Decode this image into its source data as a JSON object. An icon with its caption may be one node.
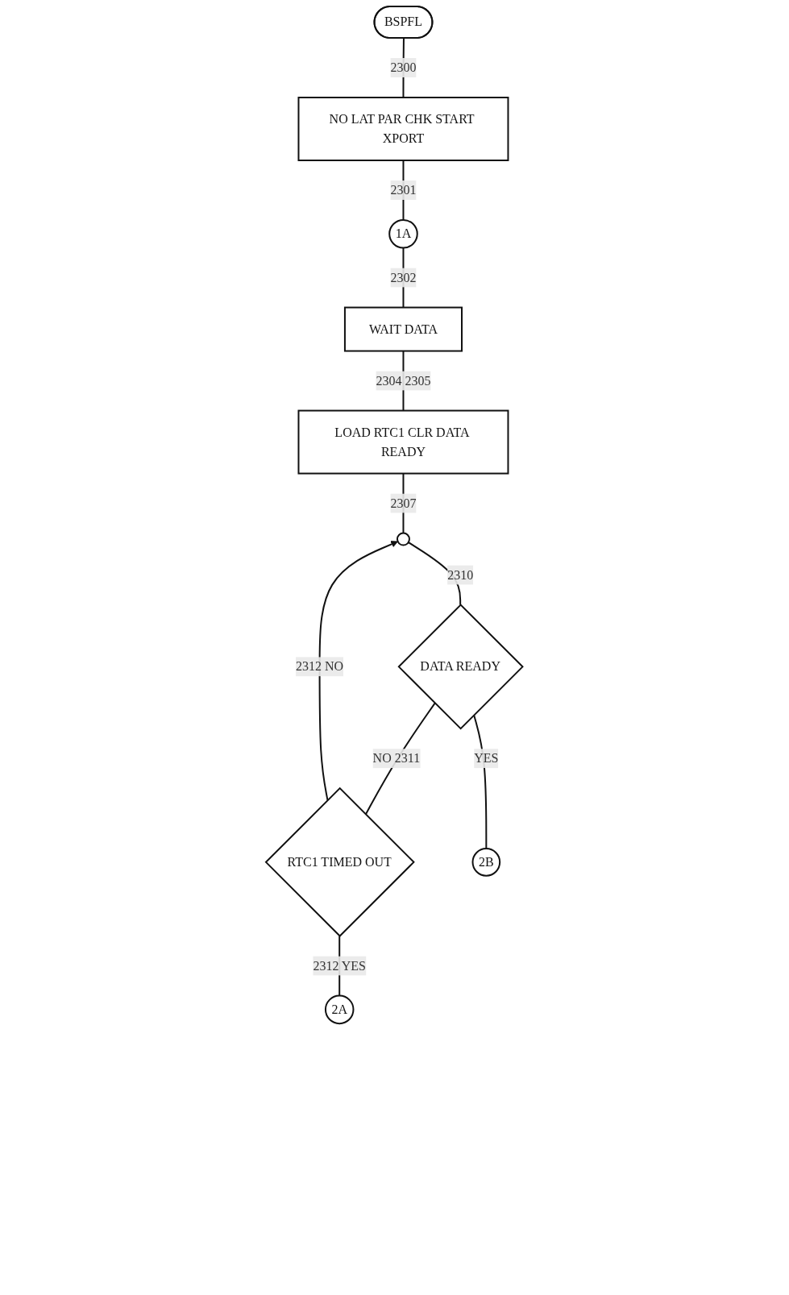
{
  "diagram": {
    "nodes": [
      {
        "text": [
          "BSPFL"
        ]
      },
      {
        "text": [
          "NO LAT PAR CHK START XPORT"
        ]
      },
      {
        "text": [
          "1A"
        ]
      },
      {
        "text": [
          "WAIT DATA"
        ]
      },
      {
        "text": [
          "LOAD RTC1 CLR DATA READY"
        ]
      },
      {
        "text": [],
        "shape": "circle"
      },
      {
        "text": [
          "DATA READY"
        ]
      },
      {
        "text": [
          "RTC1 TIMED OUT"
        ]
      },
      {
        "text": [
          "2B"
        ]
      },
      {
        "text": [
          "2A"
        ]
      }
    ],
    "edges": [
      {
        "from": 0,
        "to": 1,
        "arrow": "none",
        "label": "2300"
      },
      {
        "from": 1,
        "to": 2,
        "arrow": "none",
        "label": "2301"
      },
      {
        "from": 2,
        "to": 3,
        "arrow": "none",
        "label": "2302"
      },
      {
        "from": 3,
        "to": 4,
        "arrow": "none",
        "label": "2304 2305"
      },
      {
        "from": 4,
        "to": 5,
        "arrow": "none",
        "label": "2307"
      },
      {
        "from": 5,
        "to": 6,
        "arrow": "none",
        "label": "2310"
      },
      {
        "from": 6,
        "to": 7,
        "arrow": "none",
        "label": "NO 2311"
      },
      {
        "from": 6,
        "to": 8,
        "arrow": "none",
        "label": "YES"
      },
      {
        "from": 7,
        "to": 9,
        "arrow": "none",
        "label": "2312 YES"
      },
      {
        "from": 7,
        "to": 5,
        "arrow": "to",
        "label": "2312 NO"
      }
    ]
  }
}
